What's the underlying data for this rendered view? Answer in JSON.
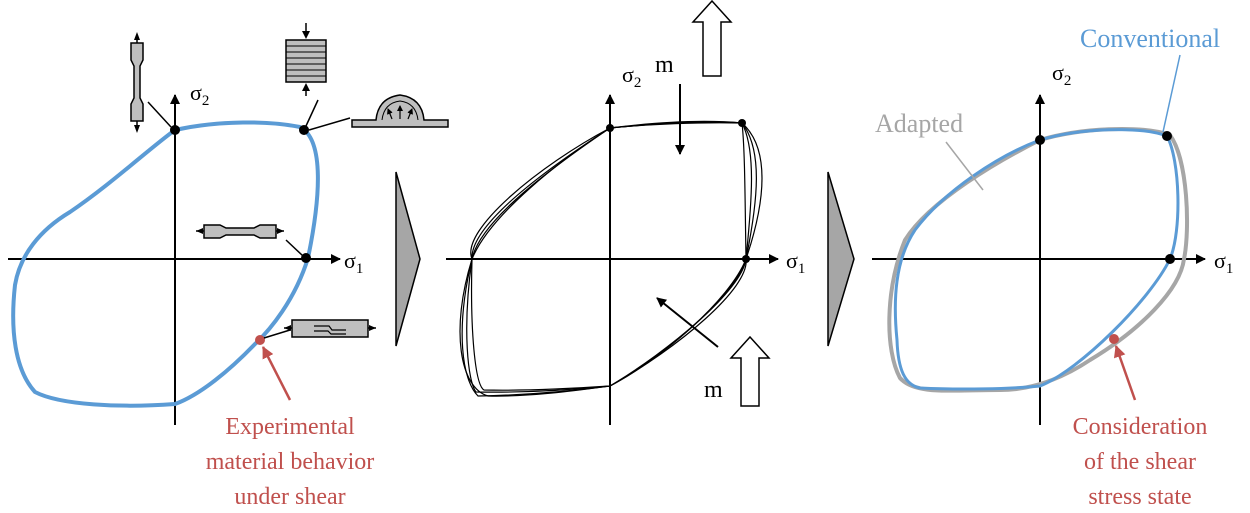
{
  "panel_left": {
    "sigma1": "σ",
    "sigma1_sub": "1",
    "sigma2": "σ",
    "sigma2_sub": "2",
    "annotation_lines": [
      "Experimental",
      "material behavior",
      "under shear"
    ]
  },
  "panel_middle": {
    "sigma1": "σ",
    "sigma1_sub": "1",
    "sigma2": "σ",
    "sigma2_sub": "2",
    "m_top": "m",
    "m_bottom": "m"
  },
  "panel_right": {
    "sigma1": "σ",
    "sigma1_sub": "1",
    "sigma2": "σ",
    "sigma2_sub": "2",
    "legend_conventional": "Conventional",
    "legend_adapted": "Adapted",
    "annotation_lines": [
      "Consideration",
      "of the shear",
      "stress state"
    ]
  },
  "colors": {
    "conventional": "#5b9bd5",
    "adapted": "#a6a6a6",
    "annotation": "#c0504d",
    "specimen_fill": "#bfbfbf",
    "arrow_fill": "#a6a6a6"
  }
}
